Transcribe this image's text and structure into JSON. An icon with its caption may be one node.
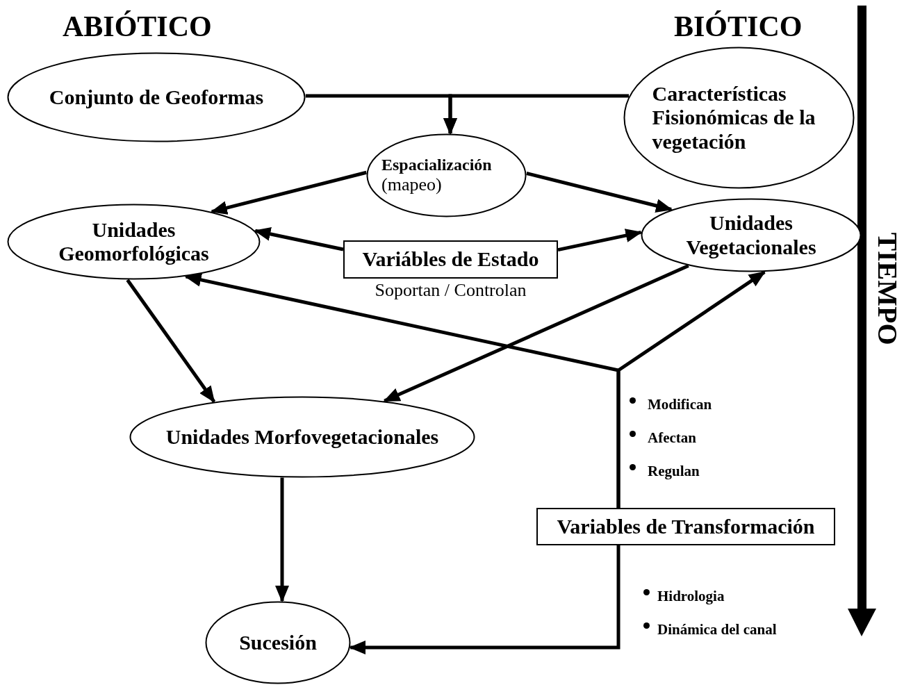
{
  "diagram": {
    "nodes": [
      {
        "text": [
          "Conjunto de Geoformas"
        ]
      },
      {
        "text": [
          "Características Fisionómicas de la vegetación"
        ]
      },
      {
        "text": [
          "Espacialización",
          "(mapeo)"
        ]
      },
      {
        "text": [
          "Unidades Geomorfológicas"
        ]
      },
      {
        "text": [
          "Variábles de Estado"
        ],
        "beside": [
          "Soportan / Controlan"
        ]
      },
      {
        "text": [
          "Unidades Vegetacionales"
        ]
      },
      {
        "text": [
          "Unidades Morfovegetacionales"
        ]
      },
      {
        "text": [
          "Variables de Transformación"
        ]
      },
      {
        "text": [
          "Sucesión"
        ]
      }
    ],
    "edges": [
      {
        "from": 0,
        "to": 2,
        "arrow": "to"
      },
      {
        "from": 1,
        "to": 2,
        "arrow": "to"
      },
      {
        "from": 2,
        "to": 3,
        "arrow": "to"
      },
      {
        "from": 2,
        "to": 5,
        "arrow": "to"
      },
      {
        "from": 4,
        "to": 3,
        "arrow": "to"
      },
      {
        "from": 4,
        "to": 5,
        "arrow": "to"
      },
      {
        "from": 3,
        "to": 6,
        "arrow": "to"
      },
      {
        "from": 5,
        "to": 6,
        "arrow": "to"
      },
      {
        "from": 7,
        "to": 3,
        "arrow": "to"
      },
      {
        "from": 7,
        "to": 5,
        "arrow": "to"
      },
      {
        "from": 7,
        "to": 8,
        "arrow": "to"
      },
      {
        "from": 6,
        "to": 8,
        "arrow": "to"
      }
    ],
    "labels": [
      "ABIÓTICO",
      "BIÓTICO",
      "TIEMPO",
      "Modifican",
      "Afectan",
      "Regulan",
      "Hidrologia",
      "Dinámica del canal"
    ]
  }
}
